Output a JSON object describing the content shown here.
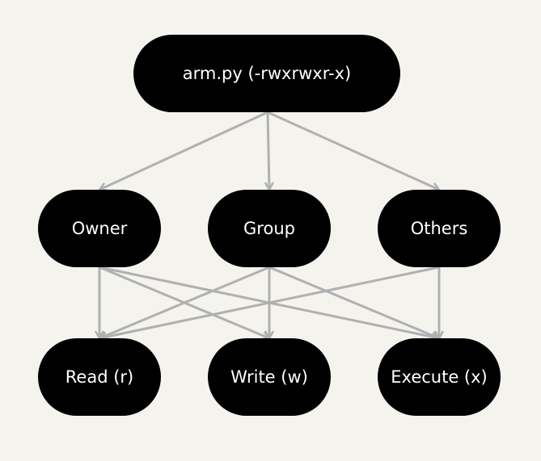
{
  "diagram": {
    "root": {
      "label": "arm.py (-rwxrwxr-x)"
    },
    "classes": [
      {
        "label": "Owner"
      },
      {
        "label": "Group"
      },
      {
        "label": "Others"
      }
    ],
    "permissions": [
      {
        "label": "Read (r)"
      },
      {
        "label": "Write (w)"
      },
      {
        "label": "Execute (x)"
      }
    ],
    "edges": [
      {
        "from": "root",
        "to": "classes.0"
      },
      {
        "from": "root",
        "to": "classes.1"
      },
      {
        "from": "root",
        "to": "classes.2"
      },
      {
        "from": "classes.0",
        "to": "permissions.0"
      },
      {
        "from": "classes.0",
        "to": "permissions.1"
      },
      {
        "from": "classes.0",
        "to": "permissions.2"
      },
      {
        "from": "classes.1",
        "to": "permissions.0"
      },
      {
        "from": "classes.1",
        "to": "permissions.1"
      },
      {
        "from": "classes.1",
        "to": "permissions.2"
      },
      {
        "from": "classes.2",
        "to": "permissions.0"
      },
      {
        "from": "classes.2",
        "to": "permissions.2"
      }
    ]
  },
  "colors": {
    "background": "#f5f3ee",
    "node_fill": "#000000",
    "node_text": "#ffffff",
    "edge": "#b0b0b0"
  }
}
